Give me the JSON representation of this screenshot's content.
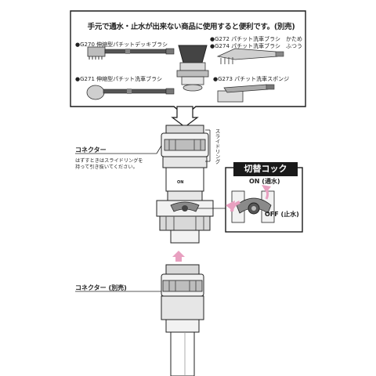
{
  "callout": {
    "title": "手元で通水・止水が出来ない商品に使用すると便利です。(別売)",
    "products": [
      {
        "label": "●G270 伸縮型パチットデッキブラシ"
      },
      {
        "label": "●G271 伸縮型パチット洗車ブラシ"
      },
      {
        "label": "●G272 パチット洗車ブラシ　かため"
      },
      {
        "label": "●G274 パチット洗車ブラシ　ふつう"
      },
      {
        "label": "●G273 パチット洗車スポンジ"
      }
    ]
  },
  "connector": {
    "label": "コネクター",
    "note": [
      "はずすときはスライドリングを",
      "持って引き抜いてください。"
    ],
    "slide_ring_label": "スライドリング",
    "on_mark": "ON"
  },
  "cock": {
    "title": "切替コック",
    "on_label": "ON (通水)",
    "off_label": "OFF (止水)"
  },
  "connector_sold_separately": {
    "label": "コネクター (別売)"
  },
  "colors": {
    "accent_pink": "#e8a0c0",
    "line": "#1a1a1a",
    "gray": "#9a9a9a"
  }
}
